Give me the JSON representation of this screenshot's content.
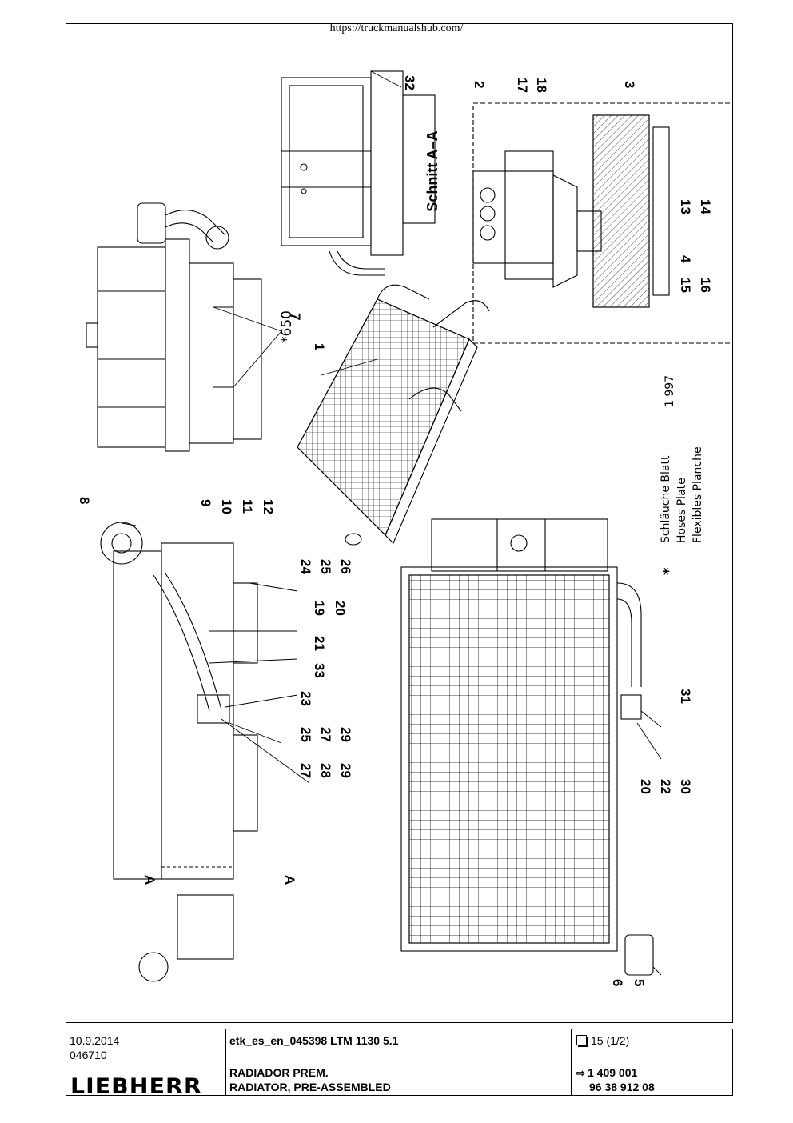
{
  "source_url": "https://truckmanualshub.com/",
  "drawing": {
    "section_title": "Schnitt A–A",
    "dimension_label": "*650",
    "date_code": "1 997",
    "footnote_star": "*",
    "footnote_lines": [
      "Schläuche Blatt",
      "Hoses Plate",
      "Flexibles Planche"
    ],
    "section_marker": "A",
    "callouts": {
      "c1": "1",
      "c2": "2",
      "c3": "3",
      "c4": "4",
      "c5": "5",
      "c6": "6",
      "c7": "7",
      "c8": "8",
      "c9": "9",
      "c10": "10",
      "c11": "11",
      "c12": "12",
      "c13": "13",
      "c14": "14",
      "c15": "15",
      "c16": "16",
      "c17": "17",
      "c18": "18",
      "c19": "19",
      "c20": "20",
      "c21": "21",
      "c22": "22",
      "c23": "23",
      "c24": "24",
      "c25": "25",
      "c26": "26",
      "c27": "27",
      "c28": "28",
      "c29": "29",
      "c30": "30",
      "c31": "31",
      "c32": "32",
      "c33": "33"
    }
  },
  "title_block": {
    "date": "10.9.2014",
    "doc_number": "046710",
    "brand": "LIEBHERR",
    "catalog_id": "etk_es_en_045398 LTM 1130 5.1",
    "title_es": "RADIADOR PREM.",
    "title_en": "RADIATOR, PRE-ASSEMBLED",
    "page_ref": "15 (1/2)",
    "part_number": "1 409 001",
    "part_number_2": "96 38 912 08"
  },
  "icons": {
    "page": "page-icon",
    "arrow": "arrow-right-icon"
  }
}
